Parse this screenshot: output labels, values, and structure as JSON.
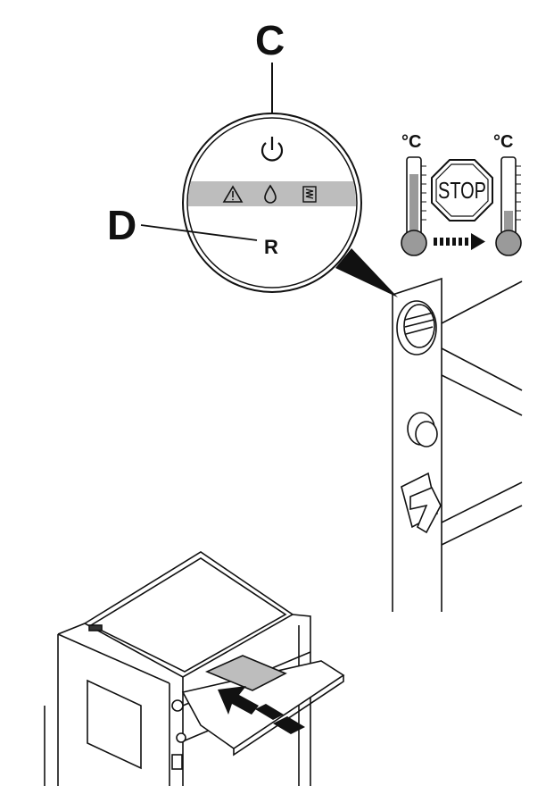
{
  "labels": {
    "callout_c": "C",
    "callout_d": "D",
    "button_r": "R",
    "unit_left": "°C",
    "unit_right": "°C",
    "stop_sign": "STOP"
  },
  "icons": {
    "power": "power-icon",
    "warning": "warning-triangle-icon",
    "water": "water-drop-icon",
    "heater": "heating-coil-icon",
    "stop": "stop-sign-icon",
    "arrow": "dotted-arrow-icon"
  },
  "thermometers": {
    "left_fill_level": 0.75,
    "right_fill_level": 0.35
  },
  "colors": {
    "line": "#111111",
    "status_band": "#bdbdbd",
    "mercury": "#9a9a9a",
    "paper": "#ffffff"
  }
}
